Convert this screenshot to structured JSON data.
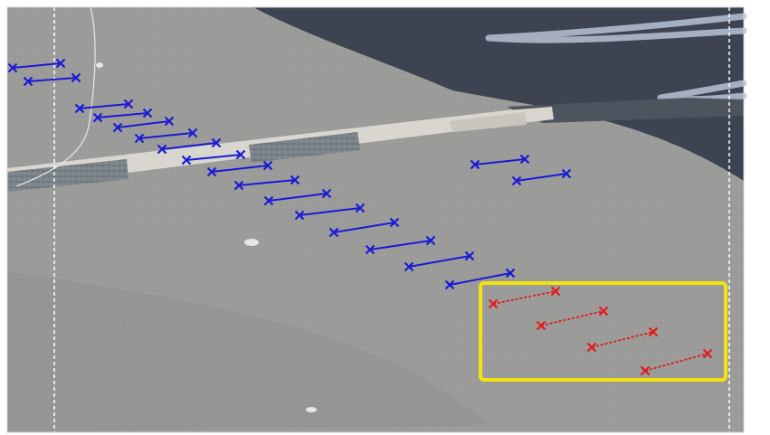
{
  "scene": {
    "description_colors": {
      "asphalt": "#9b9b99",
      "asphalt_dark": "#8a8a88",
      "shadow": "#3d4350",
      "tile_light": "#d8d6cf",
      "grate": "#7d848a",
      "road_marking": "#b8c2d4",
      "guide_line": "#ffffff",
      "blue_pair": "#1a1ad6",
      "red_pair": "#e21a1a",
      "highlight_box": "#f4e40c"
    },
    "blue_pairs": [
      [
        [
          14,
          75
        ],
        [
          67,
          70
        ]
      ],
      [
        [
          31,
          90
        ],
        [
          84,
          86
        ]
      ],
      [
        [
          88,
          120
        ],
        [
          142,
          115
        ]
      ],
      [
        [
          108,
          130
        ],
        [
          163,
          125
        ]
      ],
      [
        [
          130,
          141
        ],
        [
          187,
          134
        ]
      ],
      [
        [
          154,
          153
        ],
        [
          213,
          147
        ]
      ],
      [
        [
          179,
          165
        ],
        [
          239,
          158
        ]
      ],
      [
        [
          206,
          177
        ],
        [
          266,
          171
        ]
      ],
      [
        [
          234,
          190
        ],
        [
          296,
          183
        ]
      ],
      [
        [
          264,
          205
        ],
        [
          326,
          199
        ]
      ],
      [
        [
          297,
          222
        ],
        [
          361,
          214
        ]
      ],
      [
        [
          331,
          238
        ],
        [
          398,
          230
        ]
      ],
      [
        [
          369,
          257
        ],
        [
          436,
          246
        ]
      ],
      [
        [
          409,
          276
        ],
        [
          476,
          266
        ]
      ],
      [
        [
          452,
          295
        ],
        [
          519,
          283
        ]
      ],
      [
        [
          497,
          315
        ],
        [
          564,
          302
        ]
      ],
      [
        [
          525,
          182
        ],
        [
          580,
          176
        ]
      ],
      [
        [
          571,
          200
        ],
        [
          626,
          192
        ]
      ]
    ],
    "red_pairs": [
      [
        [
          545,
          336
        ],
        [
          614,
          322
        ]
      ],
      [
        [
          598,
          360
        ],
        [
          667,
          344
        ]
      ],
      [
        [
          654,
          384
        ],
        [
          722,
          367
        ]
      ],
      [
        [
          713,
          410
        ],
        [
          782,
          391
        ]
      ]
    ],
    "highlight_box": [
      531,
      313,
      802,
      420
    ],
    "guide_lines_x": [
      60,
      806
    ]
  }
}
